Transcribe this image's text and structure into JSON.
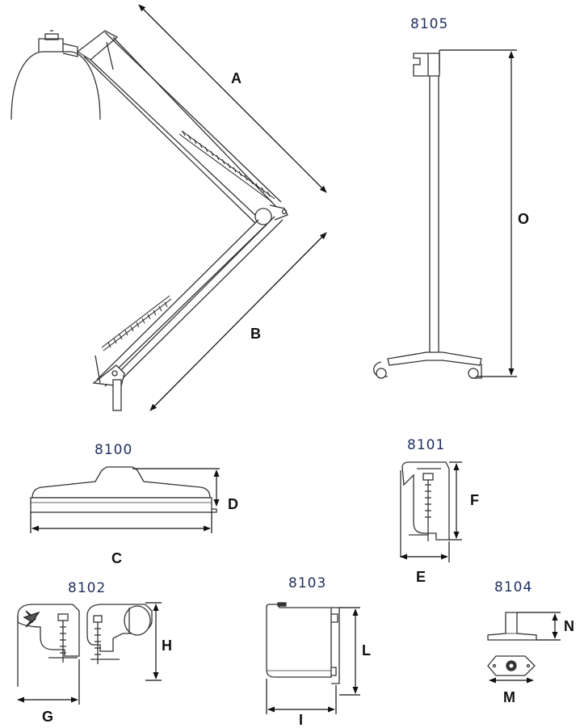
{
  "models": {
    "lamp_stand": "8105",
    "base": "8100",
    "clamp_small": "8101",
    "clamp_large": "8102",
    "wall_bracket": "8103",
    "pivot_socket": "8104"
  },
  "dimensions": {
    "A": "A",
    "B": "B",
    "C": "C",
    "D": "D",
    "E": "E",
    "F": "F",
    "G": "G",
    "H": "H",
    "I": "I",
    "L": "L",
    "M": "M",
    "N": "N",
    "O": "O"
  }
}
